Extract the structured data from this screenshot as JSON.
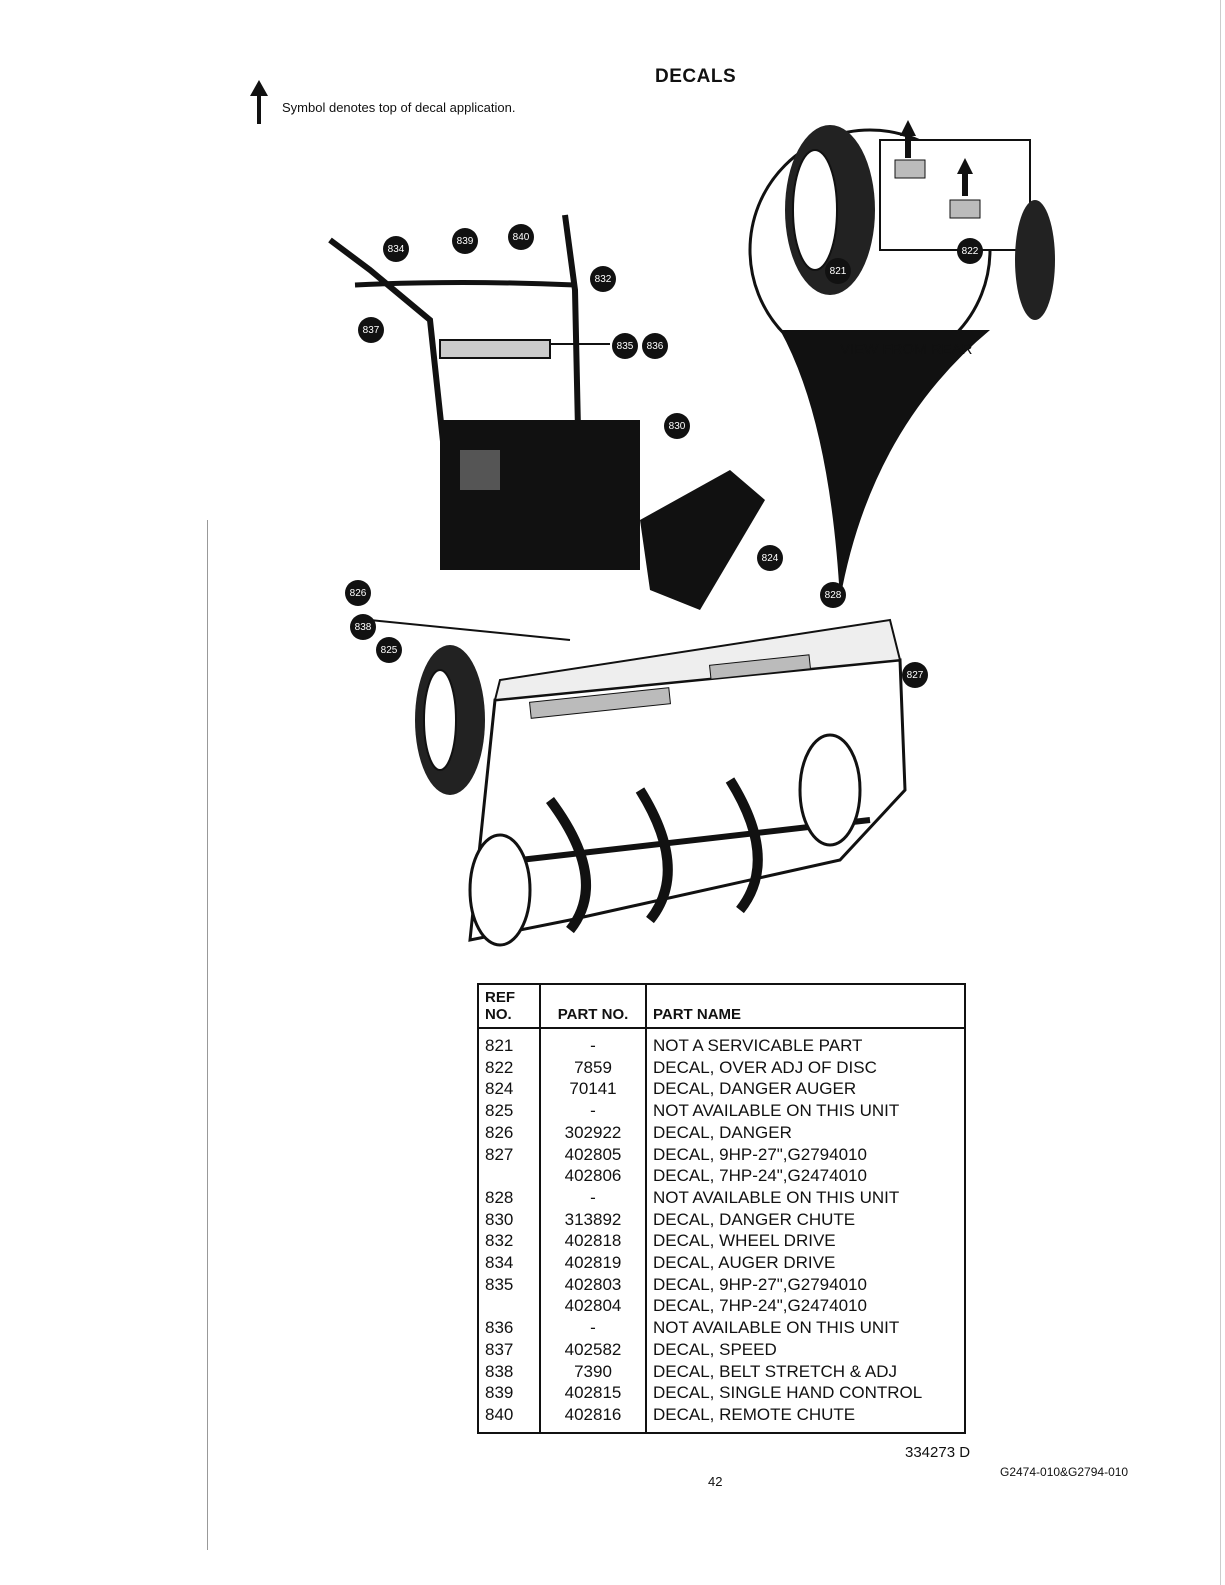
{
  "header": {
    "title": "DECALS",
    "symbol_note": "Symbol denotes top of decal application."
  },
  "diagram": {
    "inset_label": "VIEW FROM REAR",
    "callouts": [
      "821",
      "822",
      "824",
      "825",
      "826",
      "827",
      "828",
      "830",
      "832",
      "834",
      "835",
      "836",
      "837",
      "838",
      "839",
      "840"
    ]
  },
  "table": {
    "headers": {
      "ref_no": "REF NO.",
      "part_no": "PART NO.",
      "part_name": "PART NAME"
    },
    "rows": [
      {
        "ref": "821",
        "part": "-",
        "name": "NOT A SERVICABLE PART"
      },
      {
        "ref": "822",
        "part": "7859",
        "name": "DECAL, OVER ADJ OF DISC"
      },
      {
        "ref": "824",
        "part": "70141",
        "name": "DECAL, DANGER AUGER"
      },
      {
        "ref": "825",
        "part": "-",
        "name": "NOT AVAILABLE ON THIS UNIT"
      },
      {
        "ref": "826",
        "part": "302922",
        "name": "DECAL, DANGER"
      },
      {
        "ref": "827",
        "part": "402805",
        "name": "DECAL, 9HP-27\",G2794010"
      },
      {
        "ref": "",
        "part": "402806",
        "name": "DECAL, 7HP-24\",G2474010"
      },
      {
        "ref": "828",
        "part": "-",
        "name": "NOT AVAILABLE ON THIS UNIT"
      },
      {
        "ref": "830",
        "part": "313892",
        "name": "DECAL, DANGER CHUTE"
      },
      {
        "ref": "832",
        "part": "402818",
        "name": "DECAL, WHEEL DRIVE"
      },
      {
        "ref": "834",
        "part": "402819",
        "name": "DECAL, AUGER DRIVE"
      },
      {
        "ref": "835",
        "part": "402803",
        "name": "DECAL, 9HP-27\",G2794010"
      },
      {
        "ref": "",
        "part": "402804",
        "name": "DECAL, 7HP-24\",G2474010"
      },
      {
        "ref": "836",
        "part": "-",
        "name": "NOT AVAILABLE ON THIS UNIT"
      },
      {
        "ref": "837",
        "part": "402582",
        "name": "DECAL, SPEED"
      },
      {
        "ref": "838",
        "part": "7390",
        "name": "DECAL, BELT STRETCH & ADJ"
      },
      {
        "ref": "839",
        "part": "402815",
        "name": "DECAL, SINGLE HAND CONTROL"
      },
      {
        "ref": "840",
        "part": "402816",
        "name": "DECAL, REMOTE CHUTE"
      }
    ]
  },
  "footer": {
    "doc_number": "334273 D",
    "page_number": "42",
    "model_code": "G2474-010&G2794-010"
  }
}
